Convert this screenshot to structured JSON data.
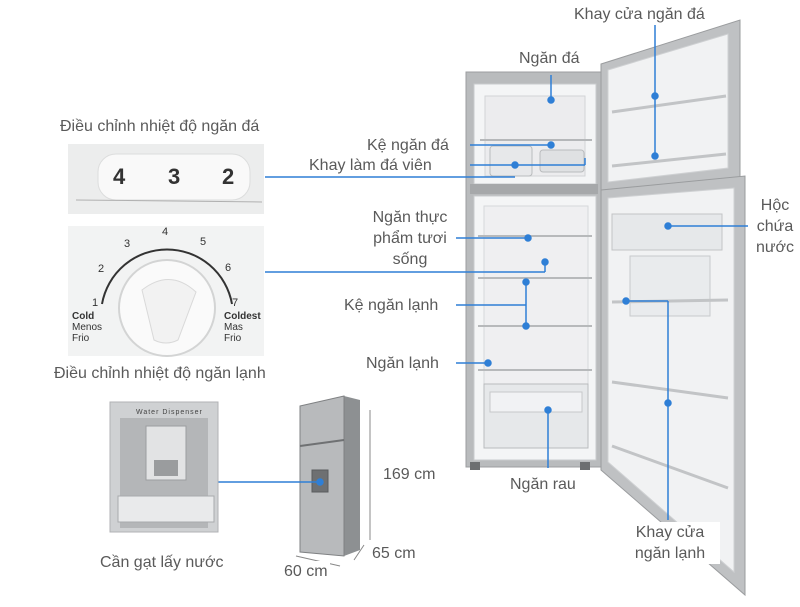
{
  "labels": {
    "ice_tray_door": "Khay cửa ngăn đá",
    "freezer": "Ngăn đá",
    "freezer_shelf": "Kệ ngăn đá",
    "ice_maker": "Khay làm đá viên",
    "fresh_food_1": "Ngăn thực",
    "fresh_food_2": "phẩm tươi",
    "fresh_food_3": "sống",
    "fridge_shelf": "Kệ ngăn lạnh",
    "fridge": "Ngăn lạnh",
    "vegetable": "Ngăn rau",
    "water_box_1": "Hộc",
    "water_box_2": "chứa",
    "water_box_3": "nước",
    "fridge_door_tray_1": "Khay cửa",
    "fridge_door_tray_2": "ngăn lạnh",
    "freezer_temp_control": "Điều chỉnh nhiệt độ ngăn đá",
    "fridge_temp_control": "Điều chỉnh nhiệt độ ngăn lạnh",
    "water_lever": "Cần gạt lấy nước"
  },
  "dimensions": {
    "height": "169 cm",
    "depth": "65 cm",
    "width": "60 cm"
  },
  "freezer_dial": {
    "numbers": [
      "4",
      "3",
      "2"
    ]
  },
  "fridge_dial": {
    "numbers": [
      "1",
      "2",
      "3",
      "4",
      "5",
      "6",
      "7"
    ],
    "cold": "Cold",
    "menos": "Menos",
    "frio_left": "Frio",
    "coldest": "Coldest",
    "mas": "Mas",
    "frio_right": "Frio"
  },
  "dispenser": {
    "text": "Water Dispenser"
  },
  "colors": {
    "leader_line": "#2f7fd6",
    "steel": "#c7c9cb",
    "steel_dark": "#8e9092",
    "interior": "#f3f4f5"
  }
}
